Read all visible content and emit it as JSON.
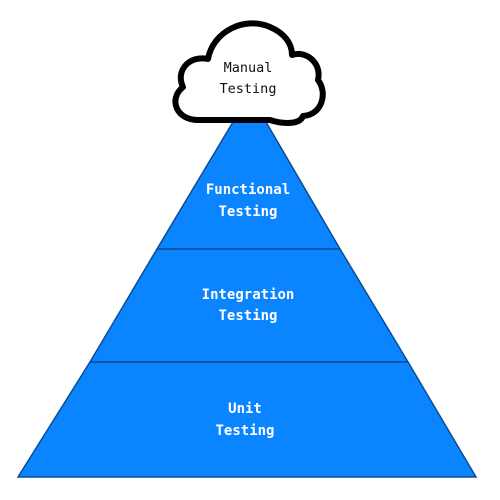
{
  "cloud": {
    "line1": "Manual",
    "line2": "Testing"
  },
  "tiers": [
    {
      "line1": "Functional",
      "line2": "Testing"
    },
    {
      "line1": "Integration",
      "line2": "Testing"
    },
    {
      "line1": "Unit",
      "line2": "Testing"
    }
  ],
  "colors": {
    "tier_fill": "#0a84ff",
    "tier_stroke": "#0b4d95",
    "cloud_fill": "#ffffff",
    "cloud_stroke": "#000000",
    "tier_text": "#ffffff",
    "cloud_text": "#111111"
  }
}
